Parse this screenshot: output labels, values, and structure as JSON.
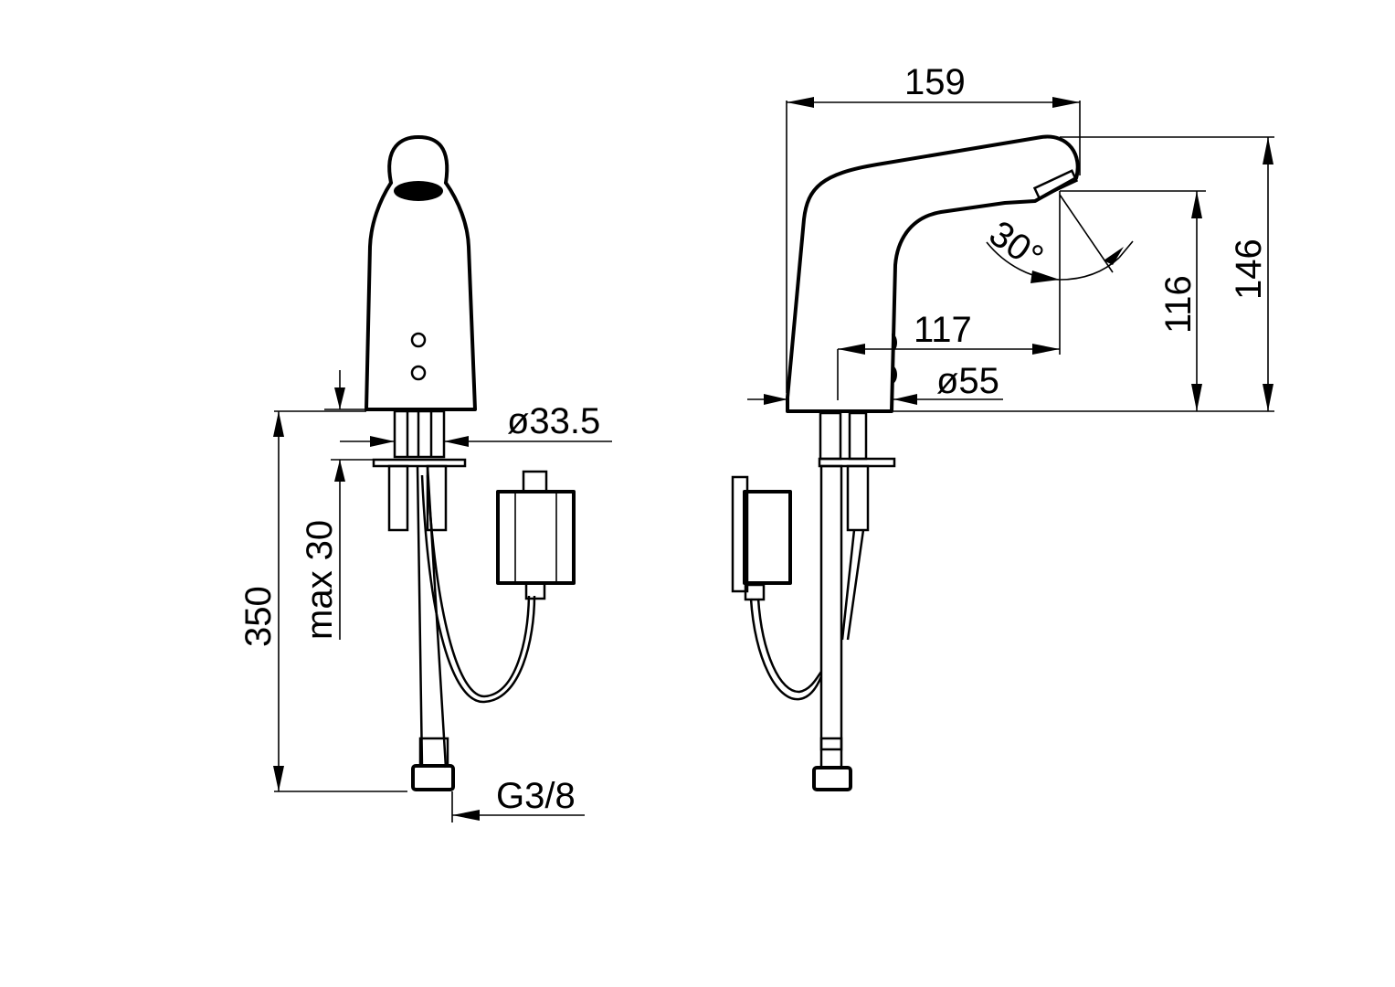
{
  "drawing": {
    "title": "Faucet dimension drawing",
    "views": [
      "front-view",
      "side-view"
    ],
    "stroke_color": "#000000",
    "background": "#ffffff"
  },
  "dimensions": {
    "front": {
      "base_diameter": "ø33.5",
      "max_deck_thickness": "max 30",
      "overall_height": "350",
      "thread": "G3/8"
    },
    "side": {
      "spout_reach": "159",
      "spout_height_total": "146",
      "outlet_height": "116",
      "outlet_reach": "117",
      "body_diameter": "ø55",
      "spray_angle": "30°"
    }
  }
}
